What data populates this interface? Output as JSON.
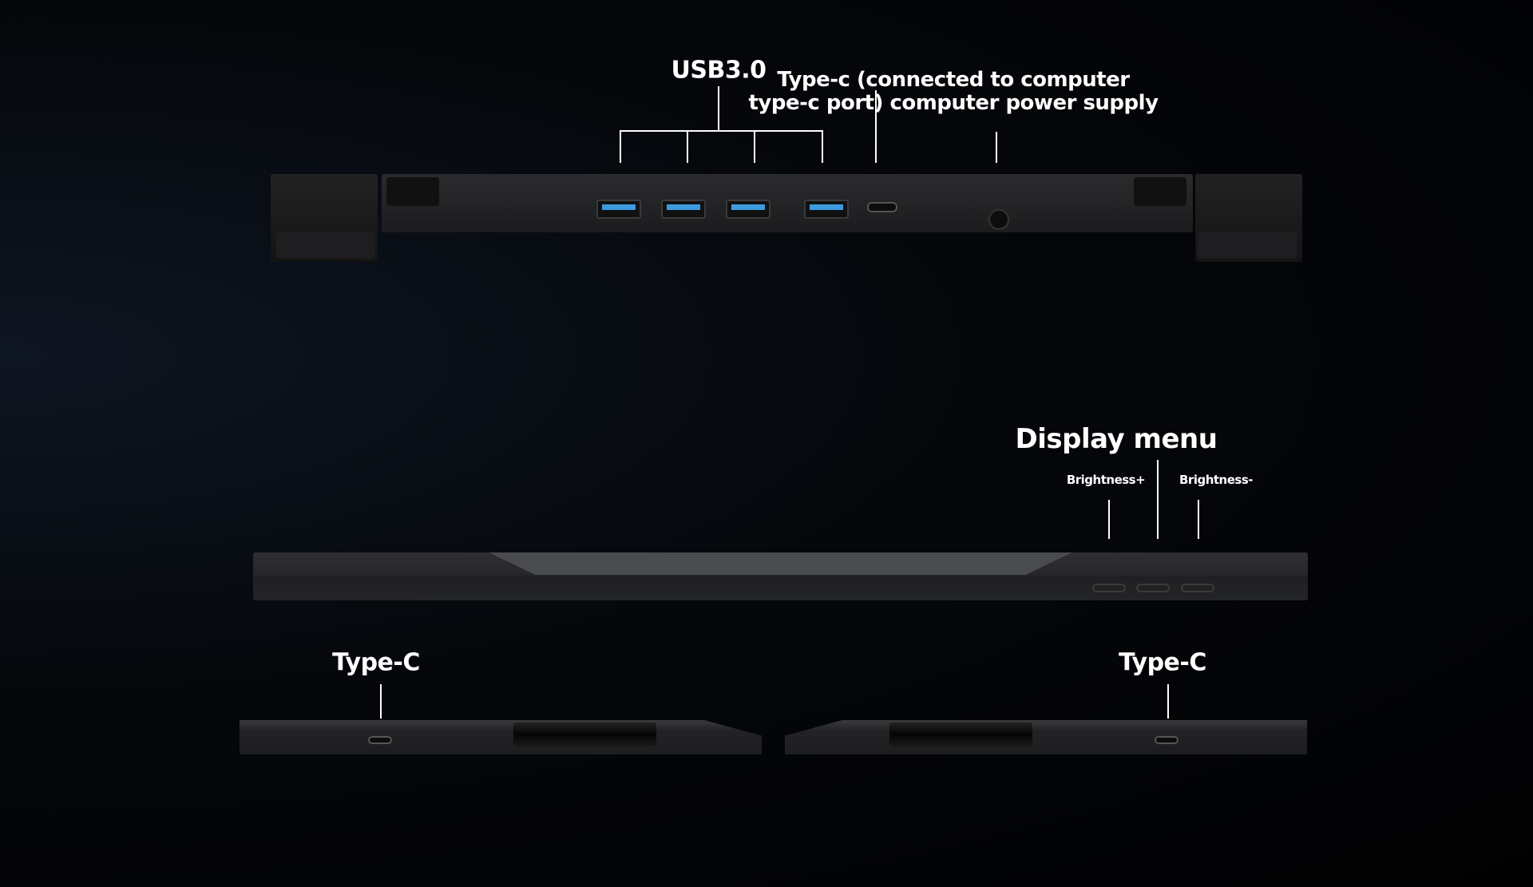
{
  "top_view": {
    "usb_label": "USB3.0",
    "typec_label_line1": "Type-c (connected to computer",
    "typec_label_line2": "type-c port) computer power supply",
    "usb_port_count": 4
  },
  "front_view": {
    "menu_label": "Display menu",
    "brightness_up_label": "Brightness+",
    "brightness_down_label": "Brightness-"
  },
  "side_views": {
    "left_label": "Type-C",
    "right_label": "Type-C"
  },
  "colors": {
    "usb_port_blue": "#3d9be0",
    "label": "#ffffff"
  }
}
